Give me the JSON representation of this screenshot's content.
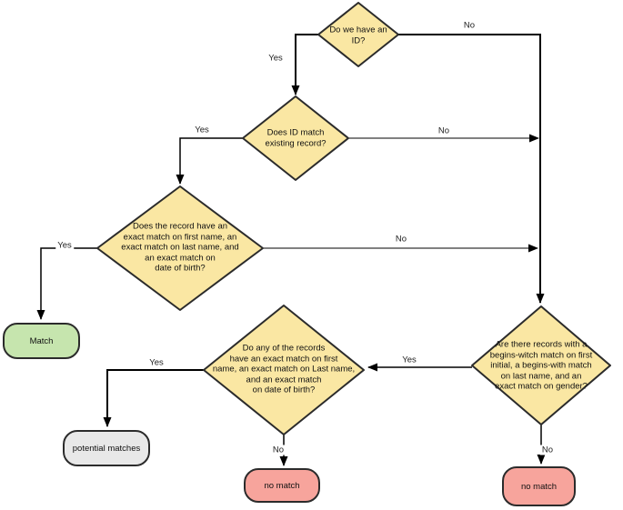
{
  "diagram": {
    "title": "record matching decision flowchart",
    "colors": {
      "background": "#ffffff",
      "decision_fill": "#fae7a3",
      "decision_border": "#2b2b2b",
      "match_fill": "#c6e5ae",
      "potential_fill": "#e8e8e8",
      "no_match_fill": "#f7a49c",
      "line": "#000000",
      "text": "#111111"
    },
    "nodes": {
      "d1": {
        "label": "Do we have an\nID?"
      },
      "d2": {
        "label": "Does ID match\nexisting record?"
      },
      "d3": {
        "label": "Does the record have an\nexact match on first name, an\nexact match on last name, and\nan exact match on\ndate of birth?"
      },
      "d4": {
        "label": "Do any of the records\nhave an exact match on first\nname, an exact match on Last name,\nand an exact match\non date of birth?"
      },
      "d5": {
        "label": "Are there records with a\nbegins-witch match on first\ninitial, a begins-with match\non last name, and an\nexact match on gender?"
      },
      "match": {
        "label": "Match"
      },
      "potential": {
        "label": "potential matches"
      },
      "no_match_mid": {
        "label": "no match"
      },
      "no_match_right": {
        "label": "no match"
      }
    },
    "edge_labels": {
      "d1_yes": "Yes",
      "d1_no": "No",
      "d2_yes": "Yes",
      "d2_no": "No",
      "d3_yes": "Yes",
      "d3_no": "No",
      "d4_yes": "Yes",
      "d4_no": "No",
      "d5_yes": "Yes",
      "d5_no": "No"
    }
  }
}
